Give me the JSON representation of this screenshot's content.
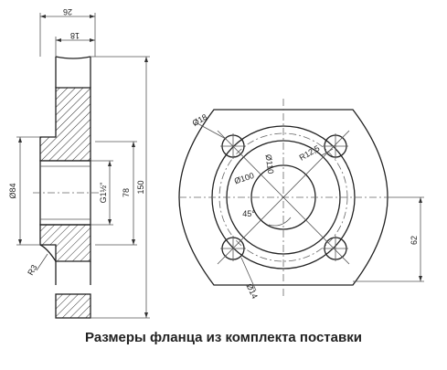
{
  "labels": {
    "dim_26": "26",
    "dim_18": "18",
    "dim_84": "Ø84",
    "dim_g": "G1½\"",
    "dim_78": "78",
    "dim_150": "150",
    "dim_r3": "R3",
    "dim_18_hole": "Ø18",
    "dim_110": "Ø110",
    "dim_r125": "R12,5",
    "dim_100": "Ø100",
    "dim_45": "45°",
    "dim_14": "Ø14",
    "dim_62": "62"
  },
  "caption": "Размеры фланца из комплекта поставки"
}
